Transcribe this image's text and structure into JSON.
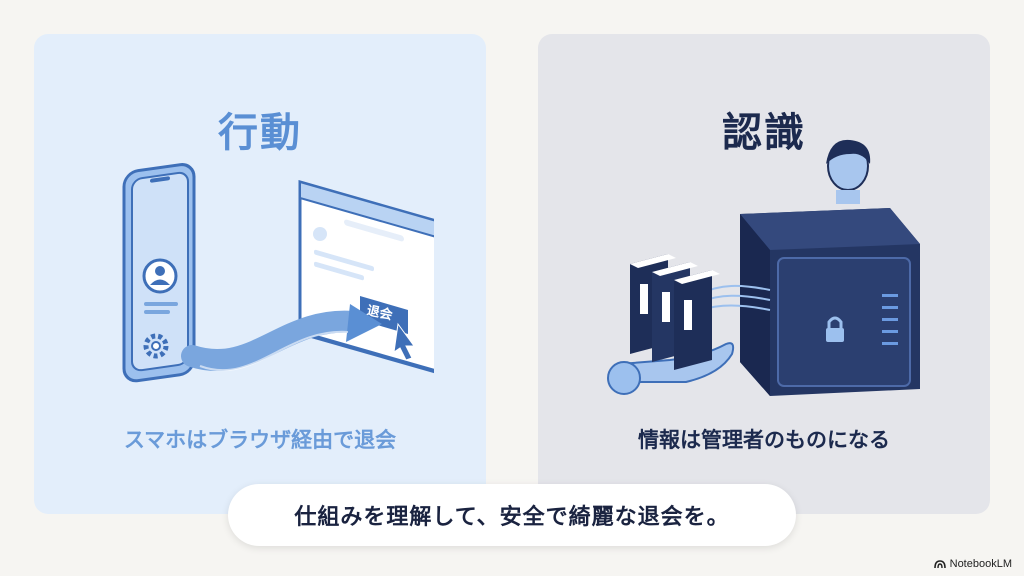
{
  "left_panel": {
    "title": "行動",
    "caption": "スマホはブラウザ経由で退会",
    "button_text": "退会",
    "icons": [
      "phone-icon",
      "avatar-icon",
      "gear-icon",
      "browser-window-icon",
      "cursor-icon",
      "arrow-icon"
    ],
    "accent": "#5a8fd4"
  },
  "right_panel": {
    "title": "認識",
    "caption": "情報は管理者のものになる",
    "icons": [
      "binders-icon",
      "hand-icon",
      "safe-icon",
      "lock-icon",
      "administrator-icon"
    ],
    "accent": "#1c2a4e"
  },
  "footer": {
    "message": "仕組みを理解して、安全で綺麗な退会を。"
  },
  "brand": {
    "name": "NotebookLM"
  }
}
